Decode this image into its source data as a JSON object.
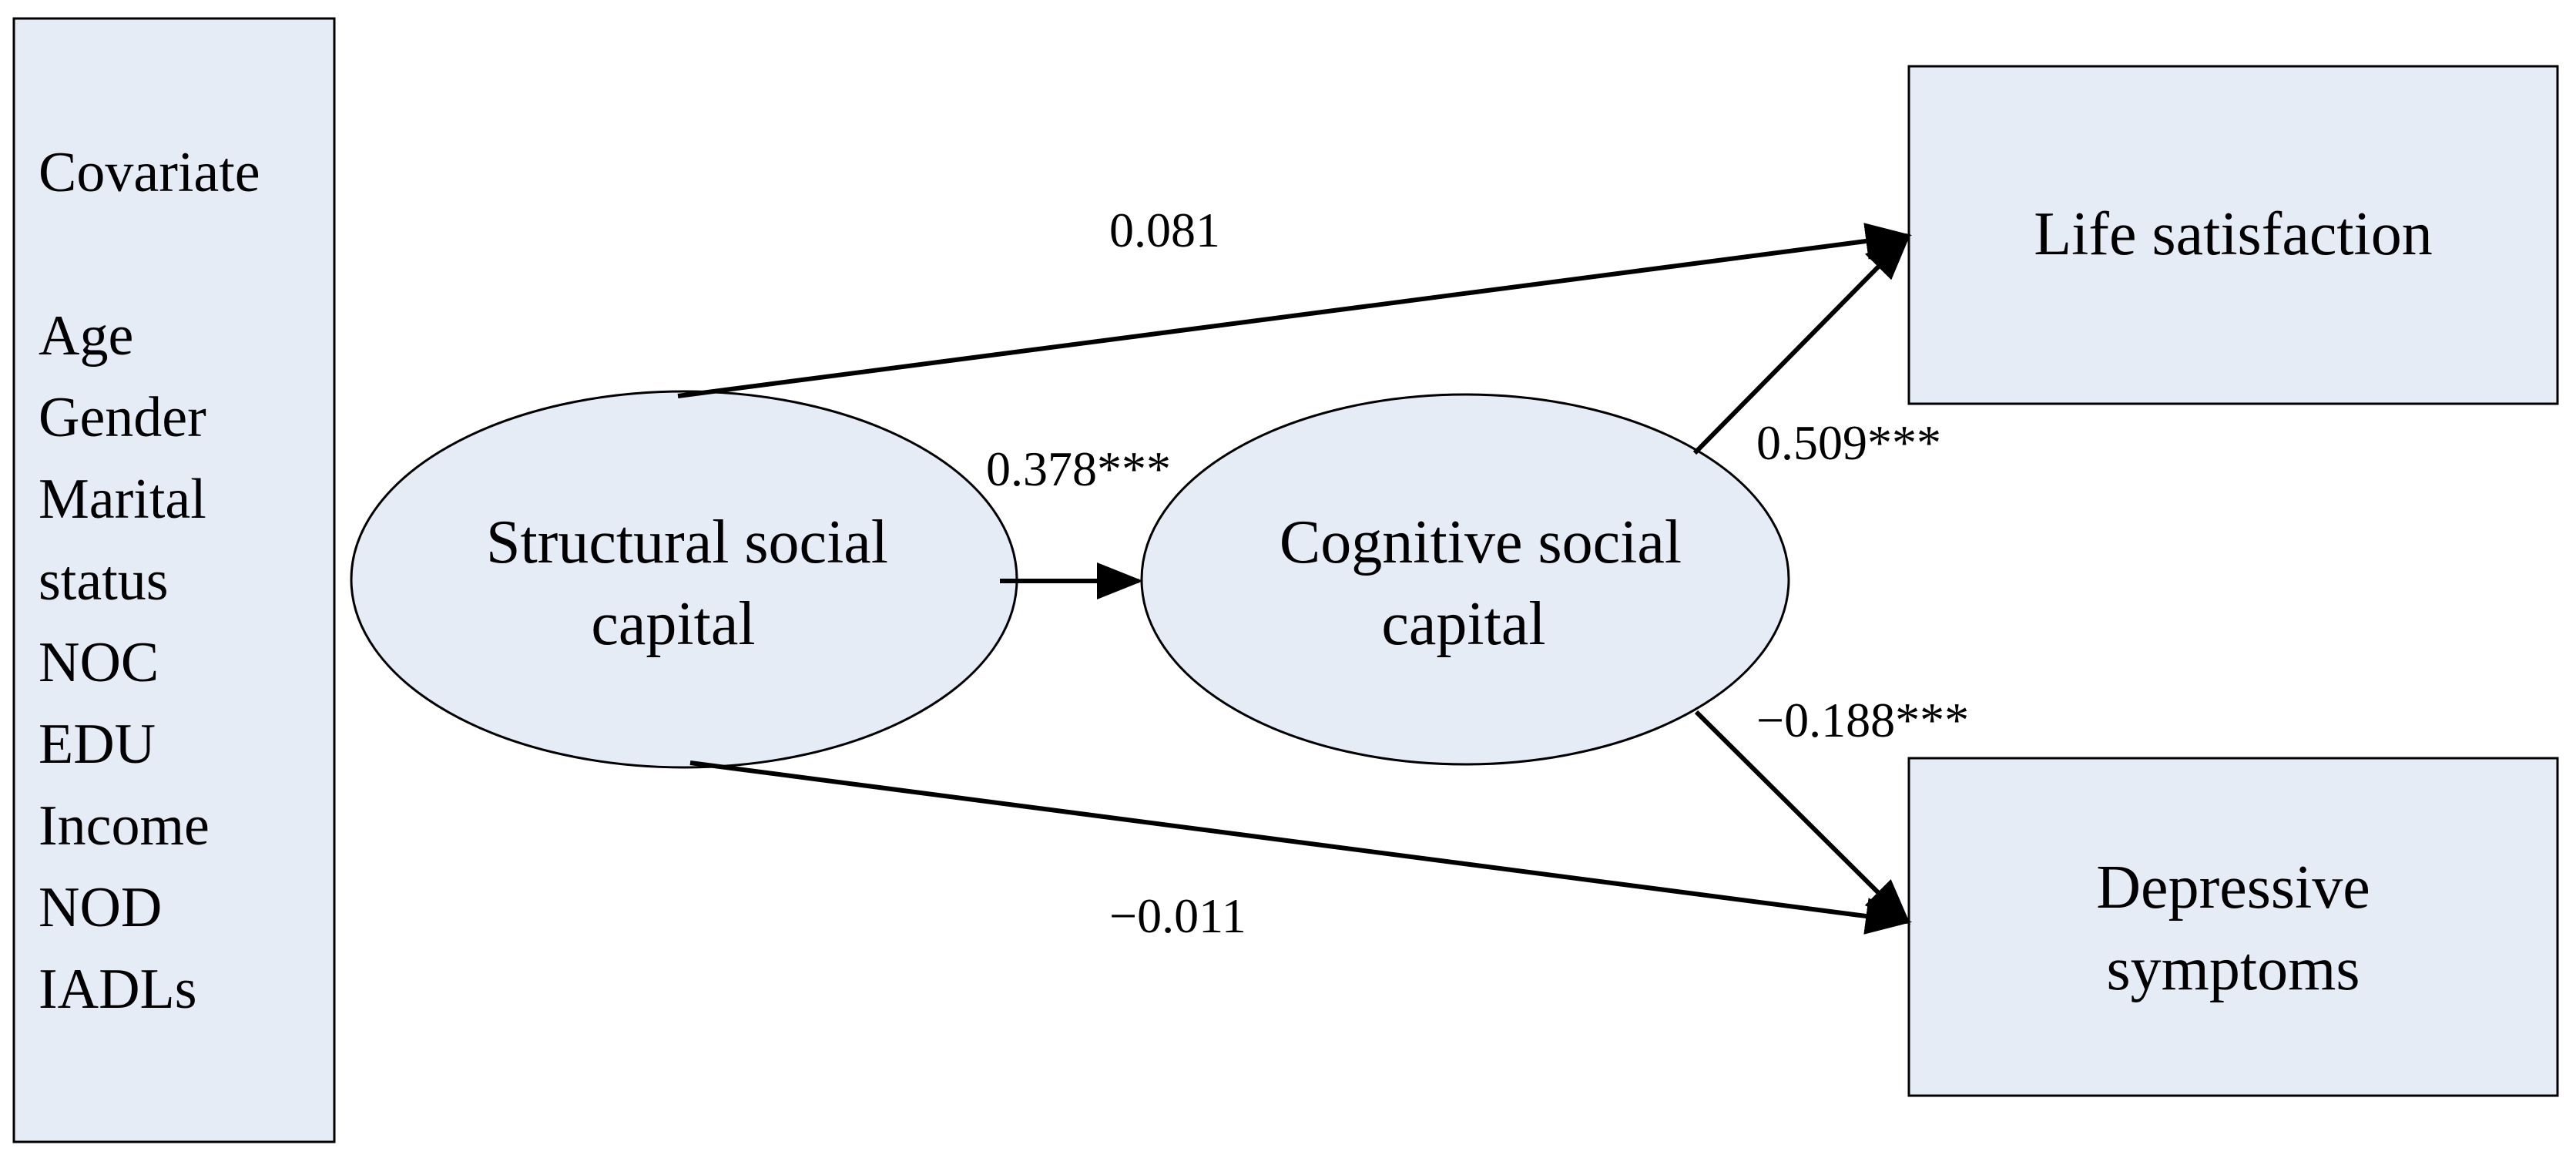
{
  "colors": {
    "node_fill": "#e6ecf5",
    "stroke": "#000000",
    "background": "#ffffff"
  },
  "covariates": {
    "title": "Covariate",
    "items": [
      "Age",
      "Gender",
      "Marital",
      "status",
      "NOC",
      "EDU",
      "Income",
      "NOD",
      "IADLs"
    ]
  },
  "nodes": {
    "structural": {
      "line1": "Structural social",
      "line2": "capital"
    },
    "cognitive": {
      "line1": "Cognitive social",
      "line2": "capital"
    },
    "life_satisfaction": {
      "label": "Life satisfaction"
    },
    "depressive": {
      "line1": "Depressive",
      "line2": "symptoms"
    }
  },
  "paths": {
    "structural_to_life": "0.081",
    "structural_to_cognitive": "0.378***",
    "cognitive_to_life": "0.509***",
    "cognitive_to_depressive": "−0.188***",
    "structural_to_depressive": "−0.011"
  }
}
